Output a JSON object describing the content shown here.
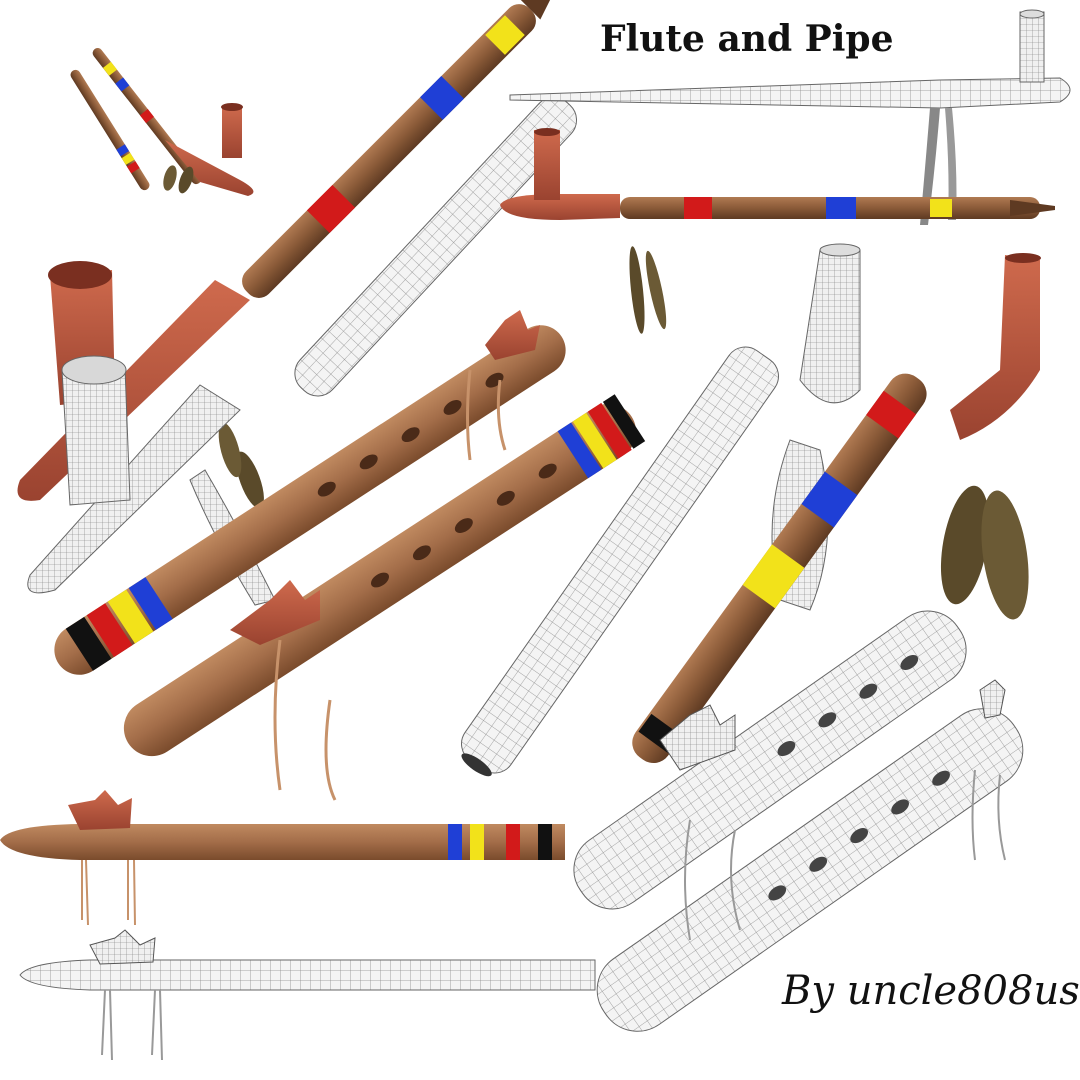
{
  "title": "Flute and Pipe",
  "credit": "By uncle808us",
  "colors": {
    "background": "#ffffff",
    "clay": "#b5533a",
    "wood": "#8a5a38",
    "flute_wood": "#a36d49",
    "band_red": "#d21a1a",
    "band_blue": "#1f3fd6",
    "band_yellow": "#f2e21a",
    "band_black": "#111111",
    "wire": "#9a9a9a"
  },
  "objects": [
    "pipe-small-icon",
    "pipe-large-textured",
    "pipe-wireframe",
    "flute-textured",
    "flute-wireframe"
  ]
}
